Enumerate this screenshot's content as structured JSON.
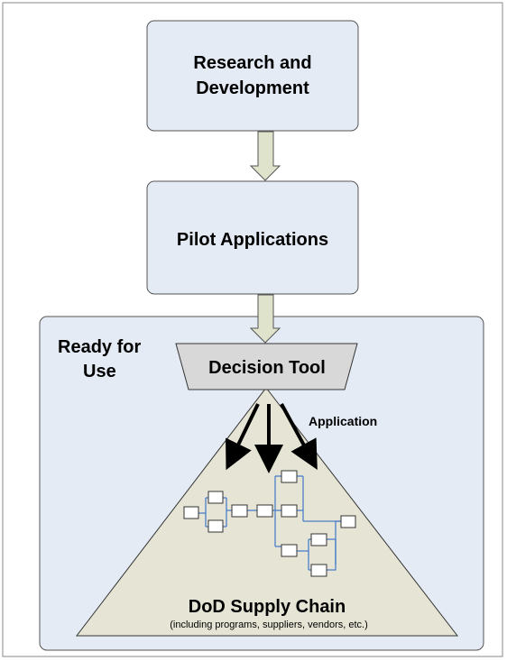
{
  "boxes": {
    "research": {
      "line1": "Research and",
      "line2": "Development"
    },
    "pilot": {
      "label": "Pilot Applications"
    }
  },
  "ready": {
    "line1": "Ready for",
    "line2": "Use"
  },
  "decision_tool": {
    "label": "Decision Tool"
  },
  "application_label": "Application",
  "supply_chain": {
    "title": "DoD Supply Chain",
    "subtitle": "(including programs, suppliers, vendors, etc.)"
  },
  "colors": {
    "box_fill": "#e4ebf5",
    "box_stroke": "#555555",
    "arrow_fill": "#dfe3cc",
    "triangle_fill": "#e6e5d5",
    "network_line": "#4a7ec8",
    "page_border": "#888888"
  }
}
